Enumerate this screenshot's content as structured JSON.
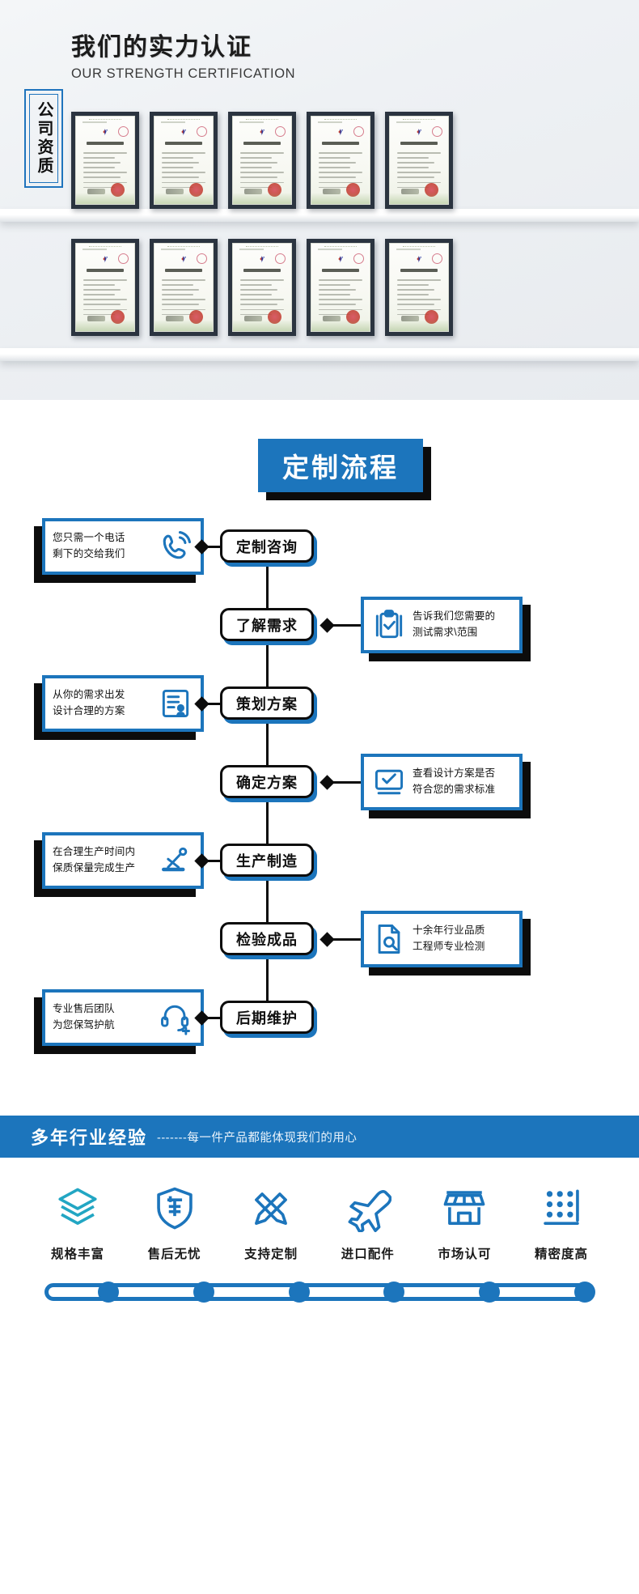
{
  "certification": {
    "title_cn": "我们的实力认证",
    "title_en": "OUR STRENGTH CERTIFICATION",
    "badge_label": "公司资质",
    "certificates": [
      {
        "name": "实用新型专利证书"
      },
      {
        "name": "实用新型专利证书"
      },
      {
        "name": "实用新型专利证书"
      },
      {
        "name": "实用新型专利证书"
      },
      {
        "name": "实用新型专利证书"
      },
      {
        "name": "实用新型专利证书"
      },
      {
        "name": "实用新型专利证书"
      },
      {
        "name": "实用新型专利证书"
      },
      {
        "name": "实用新型专利证书"
      },
      {
        "name": "实用新型专利证书"
      }
    ]
  },
  "flow": {
    "title": "定制流程",
    "steps": [
      {
        "label": "定制咨询",
        "side": "left",
        "icon": "phone-icon",
        "text": "您只需一个电话\n剩下的交给我们"
      },
      {
        "label": "了解需求",
        "side": "right",
        "icon": "clipboard-check-icon",
        "text": "告诉我们您需要的\n测试需求\\范围"
      },
      {
        "label": "策划方案",
        "side": "left",
        "icon": "document-user-icon",
        "text": "从你的需求出发\n设计合理的方案"
      },
      {
        "label": "确定方案",
        "side": "right",
        "icon": "monitor-check-icon",
        "text": "查看设计方案是否\n符合您的需求标准"
      },
      {
        "label": "生产制造",
        "side": "left",
        "icon": "machine-icon",
        "text": "在合理生产时间内\n保质保量完成生产"
      },
      {
        "label": "检验成品",
        "side": "right",
        "icon": "document-search-icon",
        "text": "十余年行业品质\n工程师专业检测"
      },
      {
        "label": "后期维护",
        "side": "left",
        "icon": "headset-support-icon",
        "text": "专业售后团队\n为您保驾护航"
      }
    ]
  },
  "experience_bar": {
    "title": "多年行业经验",
    "subtitle": "-------每一件产品都能体现我们的用心"
  },
  "features": {
    "items": [
      {
        "label": "规格丰富",
        "icon": "layers-icon"
      },
      {
        "label": "售后无忧",
        "icon": "shield-sale-icon"
      },
      {
        "label": "支持定制",
        "icon": "pencil-ruler-icon"
      },
      {
        "label": "进口配件",
        "icon": "airplane-icon"
      },
      {
        "label": "市场认可",
        "icon": "storefront-icon"
      },
      {
        "label": "精密度高",
        "icon": "precision-dots-icon"
      }
    ],
    "track_dots": 6
  },
  "colors": {
    "brand_blue": "#1c75bc",
    "teal": "#22a6c3",
    "ink": "#0c0c0c"
  }
}
